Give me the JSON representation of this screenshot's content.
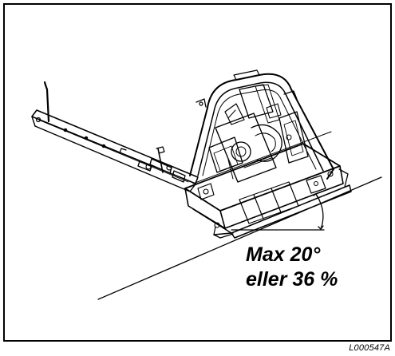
{
  "figure": {
    "caption_line1": "Max 20°",
    "caption_line2": "eller 36 %",
    "figure_code": "L000547A",
    "stroke_color": "#000000",
    "background_color": "#ffffff"
  }
}
